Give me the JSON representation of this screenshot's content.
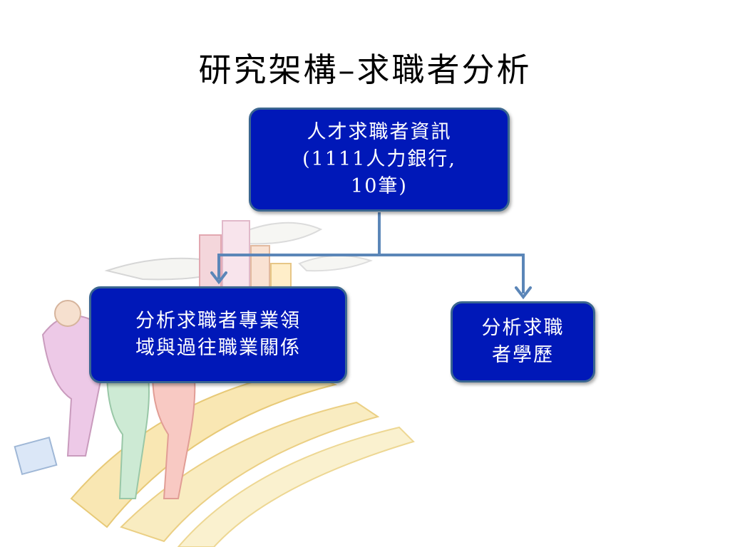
{
  "slide": {
    "title": "研究架構–求職者分析"
  },
  "diagram": {
    "root": {
      "label": "人才求職者資訊\n(1111人力銀行,\n10筆)"
    },
    "children": [
      {
        "label": "分析求職者專業領\n域與過往職業關係"
      },
      {
        "label": "分析求職\n者學歷"
      }
    ]
  },
  "colors": {
    "box_fill": "#0018b8",
    "box_border": "#3a6690",
    "connector": "#5b86b8",
    "text": "#ffffff"
  },
  "decorations": {
    "background_art": "business-people-walking-clipart"
  }
}
